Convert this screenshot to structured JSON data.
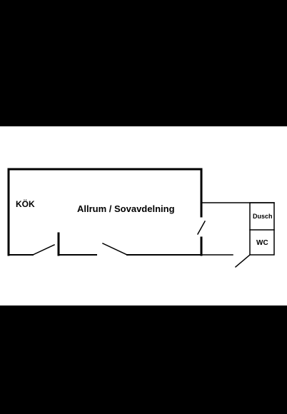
{
  "plan": {
    "rooms": {
      "kok": "KÖK",
      "allrum": "Allrum / Sovavdelning",
      "dusch": "Dusch",
      "wc": "WC"
    },
    "colors": {
      "background": "#000000",
      "paper": "#ffffff",
      "wall": "#000000"
    }
  }
}
